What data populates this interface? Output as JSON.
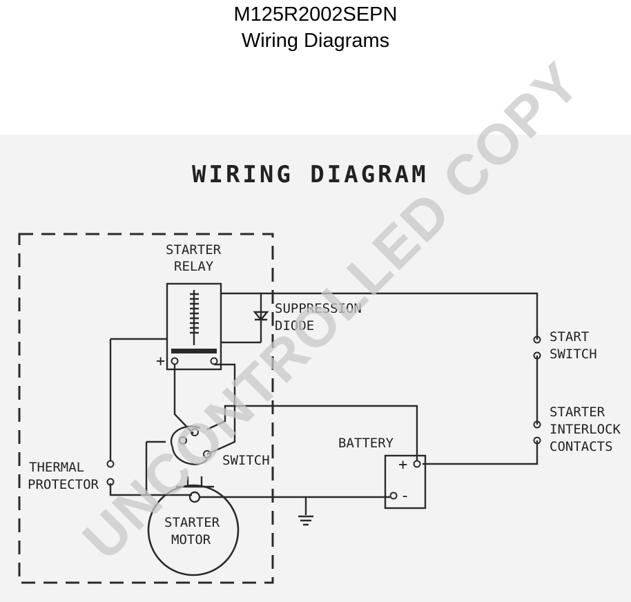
{
  "document": {
    "model": "M125R2002SEPN",
    "title": "Wiring Diagrams"
  },
  "diagram": {
    "heading": "WIRING DIAGRAM",
    "starter_relay": [
      "STARTER",
      "RELAY"
    ],
    "suppression_diode": [
      "SUPPRESSION",
      "DIODE"
    ],
    "start_switch": [
      "START",
      "SWITCH"
    ],
    "starter_interlock": [
      "STARTER",
      "INTERLOCK",
      "CONTACTS"
    ],
    "battery": "BATTERY",
    "thermal_protector": [
      "THERMAL",
      "PROTECTOR"
    ],
    "switch": "SWITCH",
    "starter_motor": [
      "STARTER",
      "MOTOR"
    ],
    "plus": "+",
    "minus": "-"
  },
  "watermark": "UNCONTROLLED COPY",
  "colors": {
    "line": "#2a2a2a",
    "watermark": "#c8c8c8",
    "scan_bg": "#f3f3f3"
  }
}
